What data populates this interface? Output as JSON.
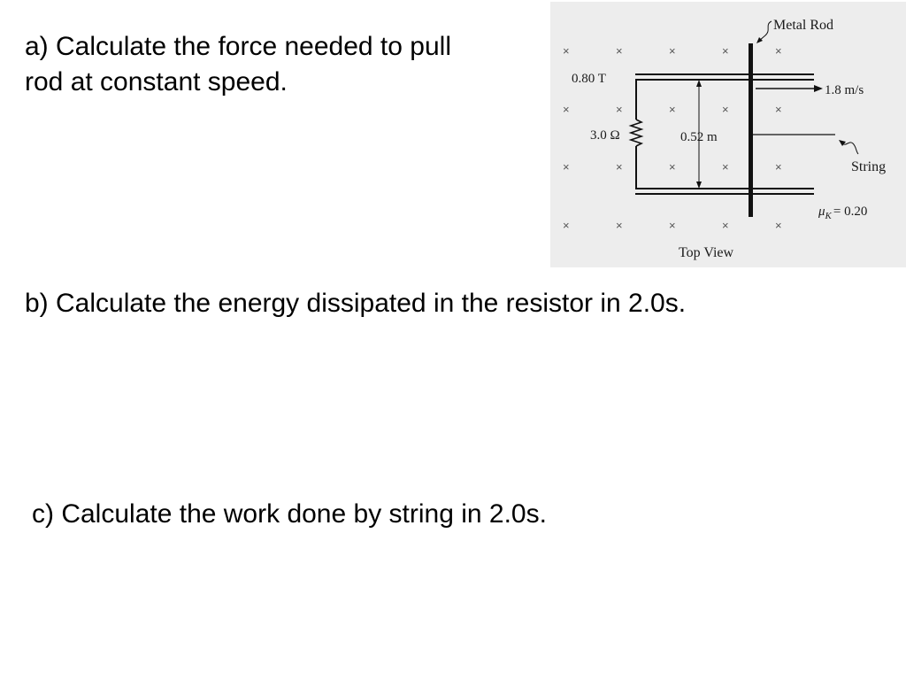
{
  "questions": {
    "a": "a) Calculate the force needed to pull\nrod at constant speed.",
    "b": "b) Calculate the energy dissipated in the resistor in 2.0s.",
    "c": "c) Calculate the work done by string in 2.0s."
  },
  "diagram": {
    "metal_rod_label": "Metal Rod",
    "field_label": "0.80 T",
    "velocity_label": "1.8 m/s",
    "resistance_label": "3.0 Ω",
    "width_label": "0.52 m",
    "string_label": "String",
    "mu_symbol": "μ",
    "mu_subscript": "K",
    "mu_value": "= 0.20",
    "view_label": "Top View",
    "field_mark": "×"
  }
}
